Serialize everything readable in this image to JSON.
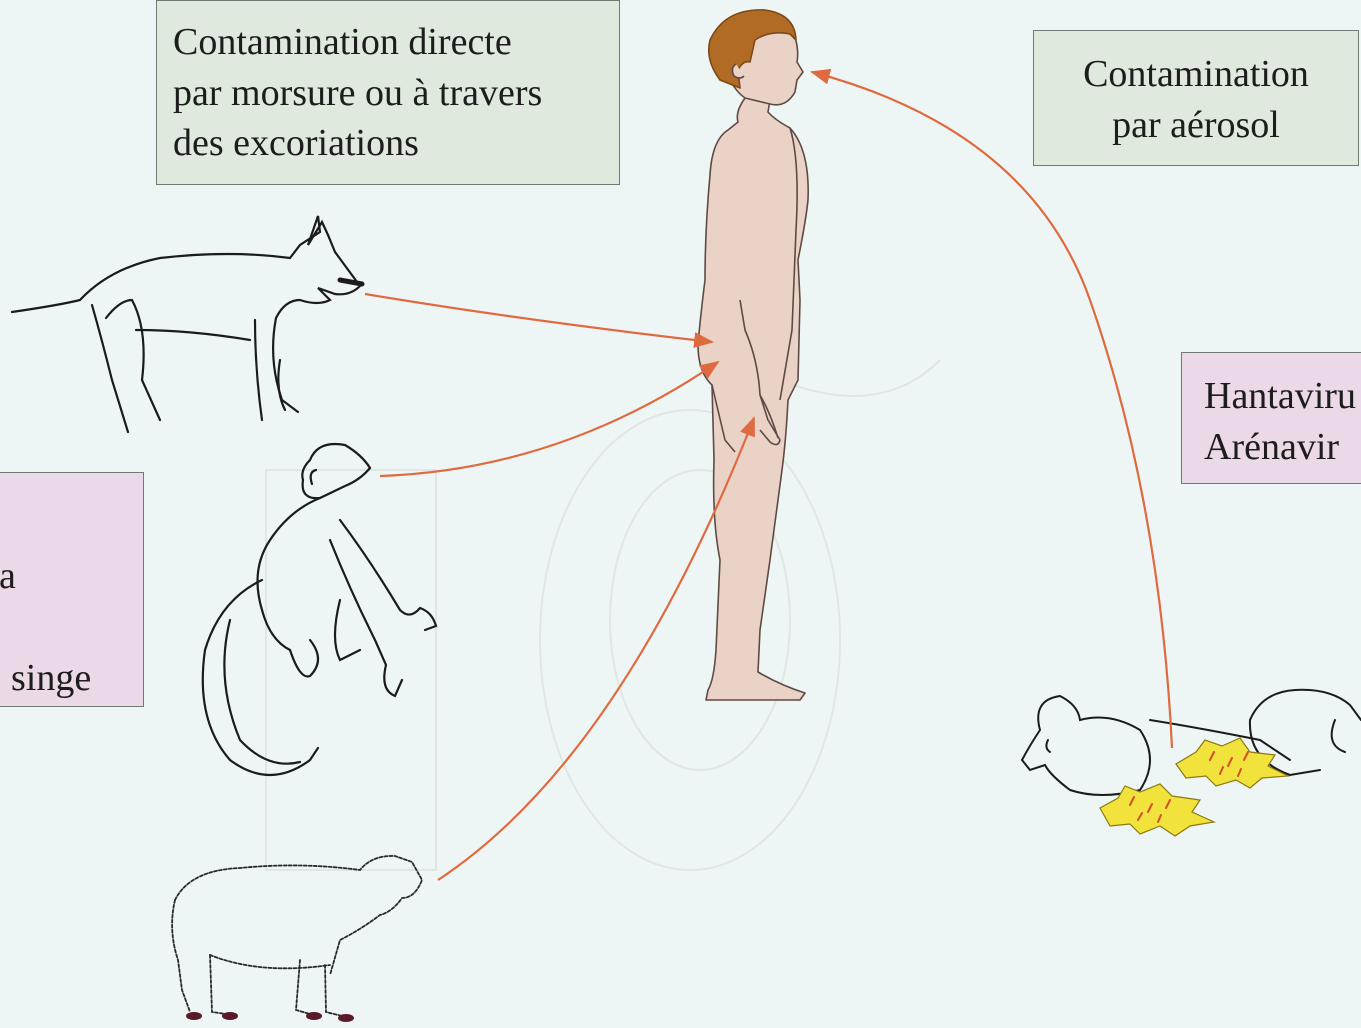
{
  "boxes": {
    "direct": {
      "lines": [
        "Contamination directe",
        "par morsure ou à travers",
        "des excoriations"
      ]
    },
    "aerosol": {
      "lines": [
        "Contamination",
        "par aérosol"
      ]
    },
    "hanta": {
      "lines": [
        "Hantaviru",
        "Arénavir"
      ]
    },
    "left": {
      "lines": [
        "a",
        "",
        "singe"
      ]
    }
  },
  "colors": {
    "arrow": "#e06a3f",
    "green_box": "#dfe9de",
    "pink_box": "#ecd9e7",
    "skin": "#ebd2c7",
    "hair": "#b26b24",
    "aerosol": "#f2e23c"
  },
  "icons": [
    "dog-icon",
    "monkey-icon",
    "sheep-icon",
    "human-figure-icon",
    "rodent-icon",
    "excrement-icon"
  ]
}
